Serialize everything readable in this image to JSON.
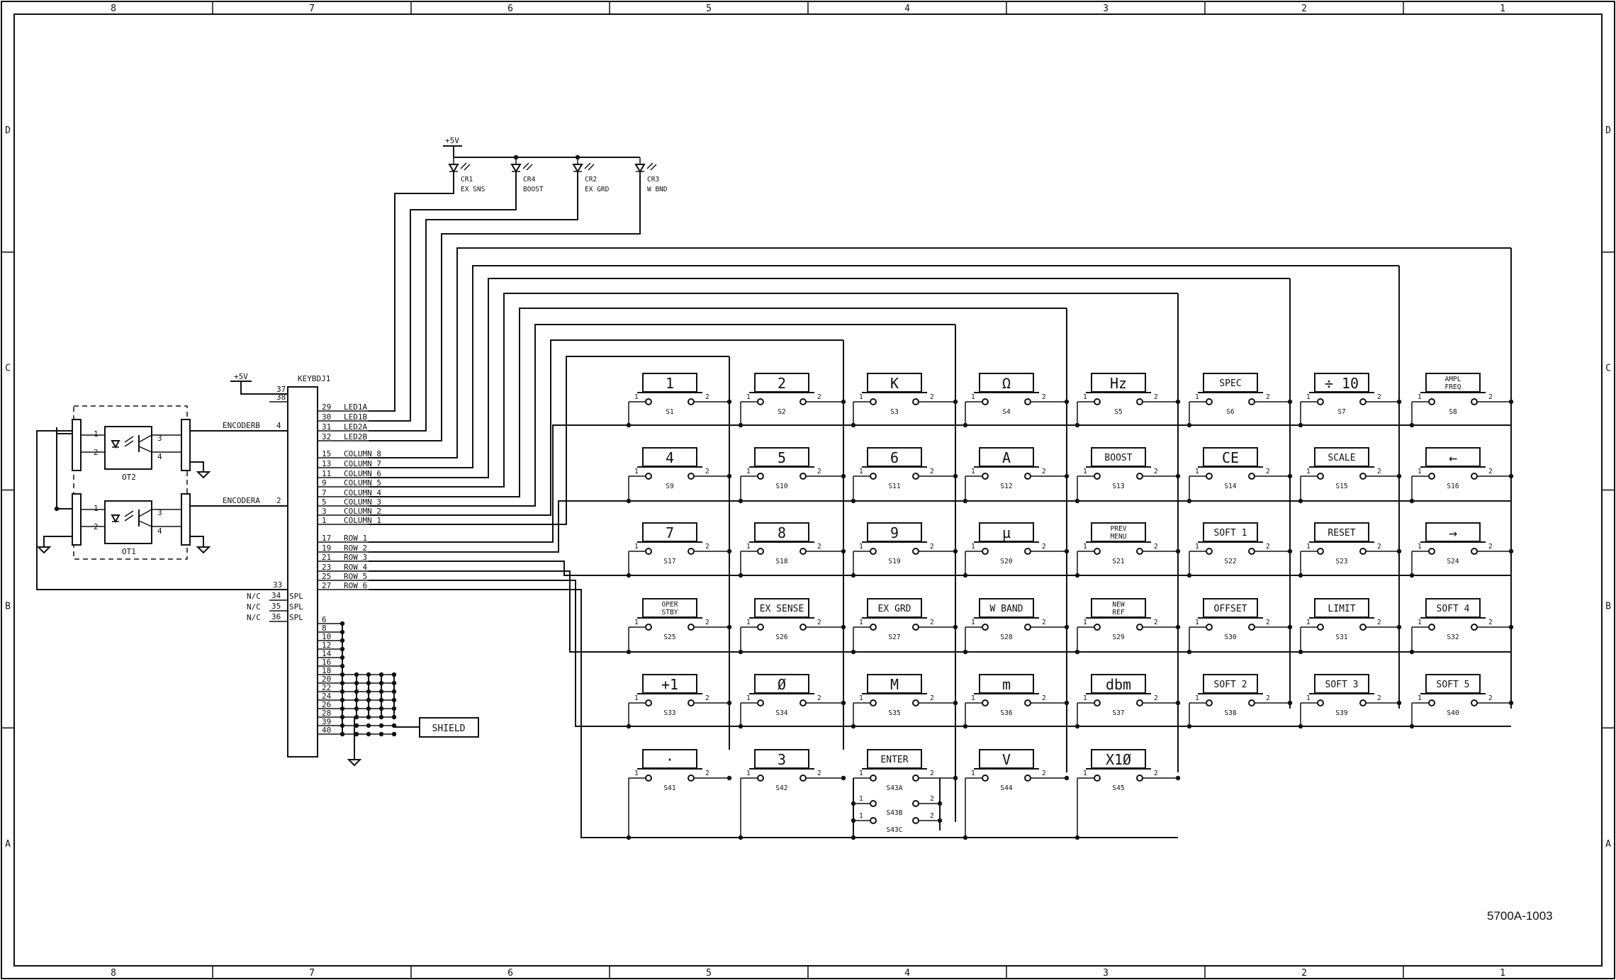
{
  "frame": {
    "columns": [
      "8",
      "7",
      "6",
      "5",
      "4",
      "3",
      "2",
      "1"
    ],
    "rows": [
      "D",
      "C",
      "B",
      "A"
    ]
  },
  "drawing_number": "5700A-1003",
  "power": {
    "top_label": "+5V",
    "left_label": "+5V"
  },
  "connector": {
    "ref": "KEYBDJ1",
    "power_pins": [
      "37",
      "38"
    ],
    "led_pins": [
      {
        "pin": "29",
        "signal": "LED1A"
      },
      {
        "pin": "30",
        "signal": "LED1B"
      },
      {
        "pin": "31",
        "signal": "LED2A"
      },
      {
        "pin": "32",
        "signal": "LED2B"
      }
    ],
    "column_pins": [
      {
        "pin": "15",
        "signal": "COLUMN 8"
      },
      {
        "pin": "13",
        "signal": "COLUMN 7"
      },
      {
        "pin": "11",
        "signal": "COLUMN 6"
      },
      {
        "pin": "9",
        "signal": "COLUMN 5"
      },
      {
        "pin": "7",
        "signal": "COLUMN 4"
      },
      {
        "pin": "5",
        "signal": "COLUMN 3"
      },
      {
        "pin": "3",
        "signal": "COLUMN 2"
      },
      {
        "pin": "1",
        "signal": "COLUMN 1"
      }
    ],
    "row_pins": [
      {
        "pin": "17",
        "signal": "ROW 1"
      },
      {
        "pin": "19",
        "signal": "ROW 2"
      },
      {
        "pin": "21",
        "signal": "ROW 3"
      },
      {
        "pin": "23",
        "signal": "ROW 4"
      },
      {
        "pin": "25",
        "signal": "ROW 5"
      },
      {
        "pin": "27",
        "signal": "ROW 6"
      }
    ],
    "encoder_pins": [
      {
        "pin": "4",
        "signal": "ENCODERB"
      },
      {
        "pin": "2",
        "signal": "ENCODERA"
      }
    ],
    "common_pin": "33",
    "spare_pins": [
      {
        "nc": "N/C",
        "pin": "34",
        "tag": "SPL"
      },
      {
        "nc": "N/C",
        "pin": "35",
        "tag": "SPL"
      },
      {
        "nc": "N/C",
        "pin": "36",
        "tag": "SPL"
      }
    ],
    "ground_pins": [
      "6",
      "8",
      "10",
      "12",
      "14",
      "16",
      "18",
      "20",
      "22",
      "24",
      "26",
      "28",
      "39",
      "40"
    ],
    "shield_label": "SHIELD"
  },
  "opto": [
    {
      "ref": "OT2",
      "pins": [
        "1",
        "2",
        "3",
        "4"
      ]
    },
    {
      "ref": "OT1",
      "pins": [
        "1",
        "2",
        "3",
        "4"
      ]
    }
  ],
  "leds": [
    {
      "ref": "CR1",
      "function": "EX SNS"
    },
    {
      "ref": "CR4",
      "function": "BOOST"
    },
    {
      "ref": "CR2",
      "function": "EX GRD"
    },
    {
      "ref": "CR3",
      "function": "W BND"
    }
  ],
  "keys": [
    {
      "ref": "S1",
      "cap": [
        "1"
      ],
      "size": "big"
    },
    {
      "ref": "S2",
      "cap": [
        "2"
      ],
      "size": "big"
    },
    {
      "ref": "S3",
      "cap": [
        "K"
      ],
      "size": "big"
    },
    {
      "ref": "S4",
      "cap": [
        "Ω"
      ],
      "size": "big"
    },
    {
      "ref": "S5",
      "cap": [
        "Hz"
      ],
      "size": "big"
    },
    {
      "ref": "S6",
      "cap": [
        "SPEC"
      ],
      "size": "mid"
    },
    {
      "ref": "S7",
      "cap": [
        "÷ 10"
      ],
      "size": "big"
    },
    {
      "ref": "S8",
      "cap": [
        "AMPL",
        "FREQ"
      ],
      "size": "sm"
    },
    {
      "ref": "S9",
      "cap": [
        "4"
      ],
      "size": "big"
    },
    {
      "ref": "S10",
      "cap": [
        "5"
      ],
      "size": "big"
    },
    {
      "ref": "S11",
      "cap": [
        "6"
      ],
      "size": "big"
    },
    {
      "ref": "S12",
      "cap": [
        "A"
      ],
      "size": "big"
    },
    {
      "ref": "S13",
      "cap": [
        "BOOST"
      ],
      "size": "mid"
    },
    {
      "ref": "S14",
      "cap": [
        "CE"
      ],
      "size": "big"
    },
    {
      "ref": "S15",
      "cap": [
        "SCALE"
      ],
      "size": "mid"
    },
    {
      "ref": "S16",
      "cap": [
        "←"
      ],
      "size": "big"
    },
    {
      "ref": "S17",
      "cap": [
        "7"
      ],
      "size": "big"
    },
    {
      "ref": "S18",
      "cap": [
        "8"
      ],
      "size": "big"
    },
    {
      "ref": "S19",
      "cap": [
        "9"
      ],
      "size": "big"
    },
    {
      "ref": "S20",
      "cap": [
        "µ"
      ],
      "size": "big"
    },
    {
      "ref": "S21",
      "cap": [
        "PREV",
        "MENU"
      ],
      "size": "sm"
    },
    {
      "ref": "S22",
      "cap": [
        "SOFT 1"
      ],
      "size": "mid"
    },
    {
      "ref": "S23",
      "cap": [
        "RESET"
      ],
      "size": "mid"
    },
    {
      "ref": "S24",
      "cap": [
        "→"
      ],
      "size": "big"
    },
    {
      "ref": "S25",
      "cap": [
        "OPER",
        "STBY"
      ],
      "size": "sm"
    },
    {
      "ref": "S26",
      "cap": [
        "EX SENSE"
      ],
      "size": "mid"
    },
    {
      "ref": "S27",
      "cap": [
        "EX GRD"
      ],
      "size": "mid"
    },
    {
      "ref": "S28",
      "cap": [
        "W BAND"
      ],
      "size": "mid"
    },
    {
      "ref": "S29",
      "cap": [
        "NEW",
        "REF"
      ],
      "size": "sm"
    },
    {
      "ref": "S30",
      "cap": [
        "OFFSET"
      ],
      "size": "mid"
    },
    {
      "ref": "S31",
      "cap": [
        "LIMIT"
      ],
      "size": "mid"
    },
    {
      "ref": "S32",
      "cap": [
        "SOFT 4"
      ],
      "size": "mid"
    },
    {
      "ref": "S33",
      "cap": [
        "+1"
      ],
      "size": "big"
    },
    {
      "ref": "S34",
      "cap": [
        "Ø"
      ],
      "size": "big"
    },
    {
      "ref": "S35",
      "cap": [
        "M"
      ],
      "size": "big"
    },
    {
      "ref": "S36",
      "cap": [
        "m"
      ],
      "size": "big"
    },
    {
      "ref": "S37",
      "cap": [
        "dbm"
      ],
      "size": "big"
    },
    {
      "ref": "S38",
      "cap": [
        "SOFT 2"
      ],
      "size": "mid"
    },
    {
      "ref": "S39",
      "cap": [
        "SOFT 3"
      ],
      "size": "mid"
    },
    {
      "ref": "S40",
      "cap": [
        "SOFT 5"
      ],
      "size": "mid"
    },
    {
      "ref": "S41",
      "cap": [
        "·"
      ],
      "size": "big"
    },
    {
      "ref": "S42",
      "cap": [
        "3"
      ],
      "size": "big"
    },
    {
      "ref": "S43A",
      "cap": [
        "ENTER"
      ],
      "size": "mid"
    },
    {
      "ref": "S44",
      "cap": [
        "V"
      ],
      "size": "big"
    },
    {
      "ref": "S45",
      "cap": [
        "X1Ø"
      ],
      "size": "big"
    }
  ],
  "enter_sections": [
    "S43B",
    "S43C"
  ],
  "switch_terminals": [
    "1",
    "2"
  ]
}
